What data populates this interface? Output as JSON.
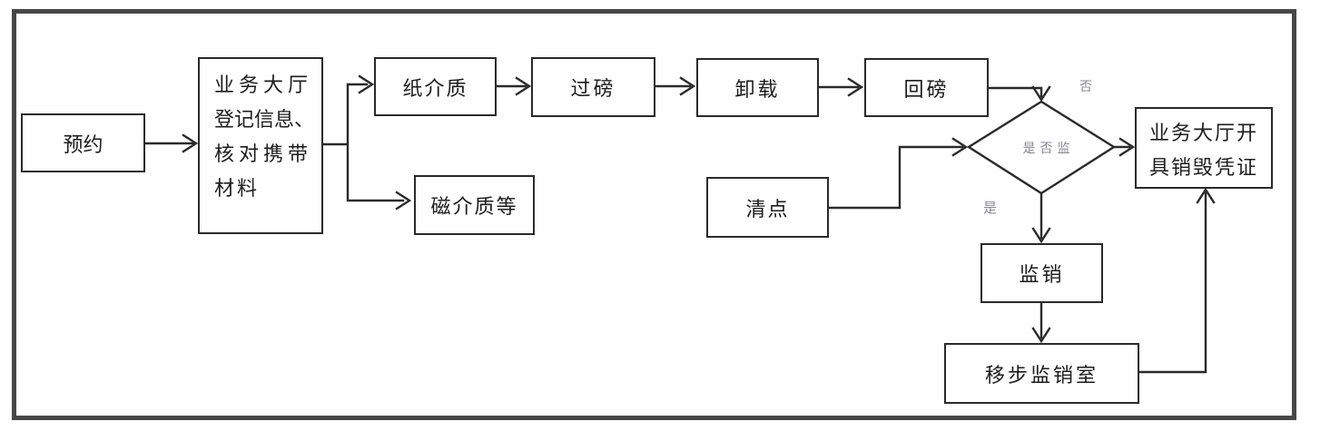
{
  "diagram": {
    "kind": "flowchart",
    "nodes": {
      "reserve": {
        "label": "预约"
      },
      "hall": {
        "lines": [
          "业务大厅",
          "登记信息、",
          "核对携带",
          "材料"
        ]
      },
      "paper": {
        "label": "纸介质"
      },
      "weigh": {
        "label": "过磅"
      },
      "unload": {
        "label": "卸载"
      },
      "reweigh": {
        "label": "回磅"
      },
      "magnetic": {
        "label": "磁介质等"
      },
      "count": {
        "label": "清点"
      },
      "decision": {
        "label": "是否监"
      },
      "supervise": {
        "label": "监销"
      },
      "room": {
        "label": "移步监销室"
      },
      "certificate": {
        "lines": [
          "业务大厅开",
          "具销毁凭证"
        ]
      }
    },
    "edge_labels": {
      "no": "否",
      "yes": "是"
    },
    "colors": {
      "frame": "#474747",
      "line": "#2a2a2a",
      "text": "#1c1c1c",
      "muted_label": "#8a8891",
      "background": "#ffffff"
    }
  }
}
